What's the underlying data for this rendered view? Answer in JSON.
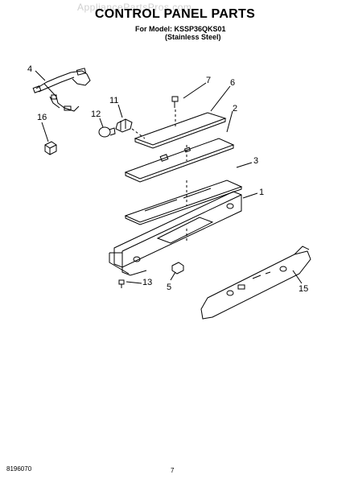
{
  "watermark": "AppliancePartsPros.com",
  "title": "CONTROL PANEL PARTS",
  "model_line": "For Model: KSSP36QKS01",
  "finish_line": "(Stainless Steel)",
  "callouts": {
    "c1": "1",
    "c2": "2",
    "c3": "3",
    "c4": "4",
    "c5": "5",
    "c6": "6",
    "c7": "7",
    "c11": "11",
    "c12": "12",
    "c13": "13",
    "c15": "15",
    "c16": "16"
  },
  "footer": {
    "doc_number": "8196070",
    "page": "7"
  }
}
